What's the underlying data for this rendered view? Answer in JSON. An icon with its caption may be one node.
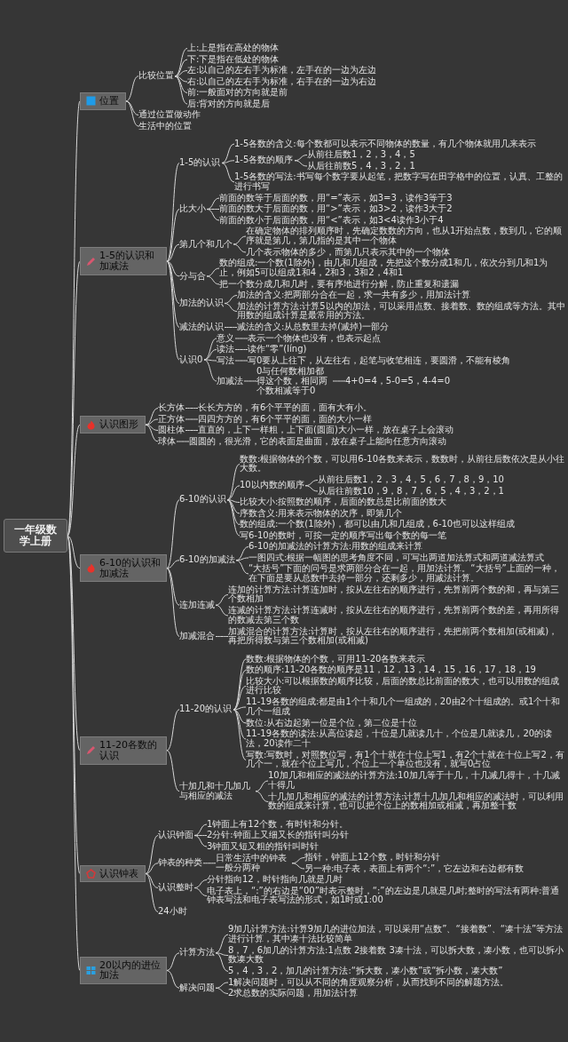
{
  "diagram": {
    "nodes": [
      {
        "text": [
          "一年级数学上册"
        ]
      },
      {
        "text": [
          "位置"
        ]
      },
      {
        "text": [
          "比较位置"
        ]
      },
      {
        "text": [
          "上:上是指在高处的物体"
        ]
      },
      {
        "text": [
          "下:下是指在低处的物体"
        ]
      },
      {
        "text": [
          "左:以自己的左右手为标准，左手在的一边为左边"
        ]
      },
      {
        "text": [
          "右:以自己的左右手为标准，右手在的一边为右边"
        ]
      },
      {
        "text": [
          "前:一般面对的方向就是前"
        ]
      },
      {
        "text": [
          "后:背对的方向就是后"
        ]
      },
      {
        "text": [
          "通过位置做动作"
        ]
      },
      {
        "text": [
          "生活中的位置"
        ]
      },
      {
        "text": [
          "1-5的认识和加减法"
        ]
      },
      {
        "text": [
          "1-5的认识"
        ]
      },
      {
        "text": [
          "1-5各数的含义:每个数都可以表示不同物体的数量，有几个物体就用几来表示"
        ]
      },
      {
        "text": [
          "1-5各数的顺序"
        ]
      },
      {
        "text": [
          "从前往后数1，2，3，4，5"
        ]
      },
      {
        "text": [
          "从后往前数5，4，3，2，1"
        ]
      },
      {
        "text": [
          "1-5各数的写法:书写每个数字要从起笔，把数字写在田字格中的位置，认真、工整的进行书写"
        ]
      },
      {
        "text": [
          "比大小"
        ]
      },
      {
        "text": [
          "前面的数等于后面的数，用“=”表示，如3=3，读作3等于3"
        ]
      },
      {
        "text": [
          "前面的数大于后面的数，用“>”表示，如3>2，读作3大于2"
        ]
      },
      {
        "text": [
          "前面的数小于后面的数，用“<”表示，如3<4读作3小于4"
        ]
      },
      {
        "text": [
          "第几个和几个"
        ]
      },
      {
        "text": [
          "在确定物体的排列顺序时，先确定数数的方向，也从1开始点数，数到几，它的顺序就是第几，第几指的是其中一个物体"
        ]
      },
      {
        "text": [
          "几个表示物体的多少，而第几只表示其中的一个物体"
        ]
      },
      {
        "text": [
          "分与合"
        ]
      },
      {
        "text": [
          "数的组成:一个数(1除外)，由几和几组成，先把这个数分成1和几，依次分到几和1为止，例如5可以组成1和4，2和3，3和2，4和1"
        ]
      },
      {
        "text": [
          "把一个数分成几和几时，要有序地进行分解，防止重复和遗漏"
        ]
      },
      {
        "text": [
          "加法的认识"
        ]
      },
      {
        "text": [
          "加法的含义:把两部分合在一起，求一共有多少，用加法计算"
        ]
      },
      {
        "text": [
          "加法的计算方法:计算5以内的加法，可以采用点数、接着数、数的组成等方法。其中用数的组成计算是最常用的方法。"
        ]
      },
      {
        "text": [
          "减法的认识"
        ]
      },
      {
        "text": [
          "减法的含义:从总数里去掉(减掉)一部分"
        ]
      },
      {
        "text": [
          "认识0"
        ]
      },
      {
        "text": [
          "意义"
        ]
      },
      {
        "text": [
          "表示一个物体也没有，也表示起点"
        ]
      },
      {
        "text": [
          "读法"
        ]
      },
      {
        "text": [
          "读作“零”(líng)"
        ]
      },
      {
        "text": [
          "写法"
        ]
      },
      {
        "text": [
          "写0要从上往下，从左往右，起笔与收笔相连，要圆滑，不能有棱角"
        ]
      },
      {
        "text": [
          "加减法"
        ]
      },
      {
        "text": [
          "0与任何数相加都得这个数，相同两个数相减等于0"
        ]
      },
      {
        "text": [
          "4+0=4，5-0=5，4-4=0"
        ]
      },
      {
        "text": [
          "认识图形"
        ]
      },
      {
        "text": [
          "长方体"
        ]
      },
      {
        "text": [
          "长长方方的，有6个平平的面，面有大有小。"
        ]
      },
      {
        "text": [
          "正方体"
        ]
      },
      {
        "text": [
          "四四方方的，有6个平平的面，面的大小一样"
        ]
      },
      {
        "text": [
          "圆柱体"
        ]
      },
      {
        "text": [
          "直直的，上下一样粗，上下面(圆面)大小一样，放在桌子上会滚动"
        ]
      },
      {
        "text": [
          "球体"
        ]
      },
      {
        "text": [
          "圆圆的，很光滑，它的表面是曲面，放在桌子上能向任意方向滚动"
        ]
      },
      {
        "text": [
          "6-10的认识和加减法"
        ]
      },
      {
        "text": [
          "6-10的认识"
        ]
      },
      {
        "text": [
          "数数:根据物体的个数，可以用6-10各数来表示，数数时，从前往后数依次是从小往大数。"
        ]
      },
      {
        "text": [
          "10以内数的顺序"
        ]
      },
      {
        "text": [
          "从前往后数1，2，3，4，5，6，7，8，9，10"
        ]
      },
      {
        "text": [
          "从后往前数10，9，8，7，6，5，4，3，2，1"
        ]
      },
      {
        "text": [
          "比较大小:按照数的顺序，后面的数总是比前面的数大"
        ]
      },
      {
        "text": [
          "序数含义:用来表示物体的次序，即第几个"
        ]
      },
      {
        "text": [
          "数的组成:一个数(1除外)，都可以由几和几组成，6-10也可以这样组成"
        ]
      },
      {
        "text": [
          "写6-10的数时，可按一定的顺序写出每个数的每一笔"
        ]
      },
      {
        "text": [
          "6-10的加减法"
        ]
      },
      {
        "text": [
          "6-10的加减法的计算方法:用数的组成来计算"
        ]
      },
      {
        "text": [
          "一图四式:根据一幅图的思考角度不同，可写出两道加法算式和两道减法算式"
        ]
      },
      {
        "text": [
          "“大括号”下面的问号是求两部分合在一起，用加法计算。“大括号”上面的一种，在下面是要从总数中去掉一部分，还剩多少，用减法计算。"
        ]
      },
      {
        "text": [
          "连加连减"
        ]
      },
      {
        "text": [
          "连加的计算方法:计算连加时，按从左往右的顺序进行，先算前两个数的和，再与第三个数相加"
        ]
      },
      {
        "text": [
          "连减的计算方法:计算连减时，按从左往右的顺序进行，先算前两个数的差，再用所得的数减去第三个数"
        ]
      },
      {
        "text": [
          "加减混合"
        ]
      },
      {
        "text": [
          "加减混合的计算方法:计算时，按从左往右的顺序进行，先把前两个数相加(或相减)，再把所得数与第三个数相加(或相减)"
        ]
      },
      {
        "text": [
          "11-20各数的认识"
        ]
      },
      {
        "text": [
          "11-20的认识"
        ]
      },
      {
        "text": [
          "数数:根据物体的个数，可用11-20各数来表示"
        ]
      },
      {
        "text": [
          "数的顺序:11-20各数的顺序是11，12，13，14，15，16，17，18，19"
        ]
      },
      {
        "text": [
          "比较大小:可以根据数的顺序比较，后面的数总比前面的数大，也可以用数的组成进行比较"
        ]
      },
      {
        "text": [
          "11-19各数的组成:都是由1个十和几个一组成的，20由2个十组成的。或1个十和几个一组成"
        ]
      },
      {
        "text": [
          "数位:从右边起第一位是个位，第二位是十位"
        ]
      },
      {
        "text": [
          "11-19各数的读法:从高位读起，十位是几就读几十，个位是几就读几，20的读法，20读作二十"
        ]
      },
      {
        "text": [
          "写数:写数时，对照数位写，有1个十就在十位上写1，有2个十就在十位上写2，有几个一，就在个位上写几，个位上一个单位也没有，就写0占位"
        ]
      },
      {
        "text": [
          "十加几和十几加几与相应的减法"
        ]
      },
      {
        "text": [
          "10加几和相应的减法的计算方法:10加几等于十几，十几减几得十，十几减十得几"
        ]
      },
      {
        "text": [
          "十几加几和相应的减法的计算方法:计算十几加几和相应的减法时，可以利用数的组成来计算，也可以把个位上的数相加或相减，再加整十数"
        ]
      },
      {
        "text": [
          "认识钟表"
        ]
      },
      {
        "text": [
          "认识钟面"
        ]
      },
      {
        "text": [
          "1钟面上有12个数，有时针和分针。"
        ]
      },
      {
        "text": [
          "2分针:钟面上又细又长的指针叫分针"
        ]
      },
      {
        "text": [
          "3钟面又短又粗的指针叫时针"
        ]
      },
      {
        "text": [
          "钟表的种类"
        ]
      },
      {
        "text": [
          "日常生活中的钟表一般分两种"
        ]
      },
      {
        "text": [
          "指针，钟面上12个数，时针和分针"
        ]
      },
      {
        "text": [
          "另一种:电子表，表面上有两个“:”，它左边和右边都有数"
        ]
      },
      {
        "text": [
          "认识整时"
        ]
      },
      {
        "text": [
          "分针指向12，时针指向几就是几时"
        ]
      },
      {
        "text": [
          "电子表上，“:”的右边是“00”时表示整时，“:”的左边是几就是几时;整时的写法有两种:普通钟表写法和电子表写法的形式，如1时或1:00"
        ]
      },
      {
        "text": [
          "24小时"
        ]
      },
      {
        "text": [
          "20以内的进位加法"
        ]
      },
      {
        "text": [
          "计算方法"
        ]
      },
      {
        "text": [
          "9加几计算方法:计算9加几的进位加法，可以采用“点数”、“接着数”、“凑十法”等方法进行计算，其中凑十法比较简单"
        ]
      },
      {
        "text": [
          "8，7，6加几的计算方法:1点数 2接着数 3凑十法，可以拆大数，凑小数，也可以拆小数凑大数"
        ]
      },
      {
        "text": [
          "5，4，3，2，加几的计算方法:“拆大数，凑小数”或“拆小数，凑大数”"
        ]
      },
      {
        "text": [
          "解决问题"
        ]
      },
      {
        "text": [
          "1解决问题时，可以从不同的角度观察分析，从而找到不同的解题方法。"
        ]
      },
      {
        "text": [
          "2求总数的实际问题，用加法计算"
        ]
      }
    ],
    "edges": [
      {
        "from": 0,
        "to": 1,
        "arrow": "none"
      },
      {
        "from": 1,
        "to": 2,
        "arrow": "none"
      },
      {
        "from": 2,
        "to": 3,
        "arrow": "none"
      },
      {
        "from": 2,
        "to": 4,
        "arrow": "none"
      },
      {
        "from": 2,
        "to": 5,
        "arrow": "none"
      },
      {
        "from": 2,
        "to": 6,
        "arrow": "none"
      },
      {
        "from": 2,
        "to": 7,
        "arrow": "none"
      },
      {
        "from": 2,
        "to": 8,
        "arrow": "none"
      },
      {
        "from": 1,
        "to": 9,
        "arrow": "none"
      },
      {
        "from": 1,
        "to": 10,
        "arrow": "none"
      },
      {
        "from": 0,
        "to": 11,
        "arrow": "none"
      },
      {
        "from": 11,
        "to": 12,
        "arrow": "none"
      },
      {
        "from": 12,
        "to": 13,
        "arrow": "none"
      },
      {
        "from": 12,
        "to": 14,
        "arrow": "none"
      },
      {
        "from": 14,
        "to": 15,
        "arrow": "none"
      },
      {
        "from": 14,
        "to": 16,
        "arrow": "none"
      },
      {
        "from": 12,
        "to": 17,
        "arrow": "none"
      },
      {
        "from": 11,
        "to": 18,
        "arrow": "none"
      },
      {
        "from": 18,
        "to": 19,
        "arrow": "none"
      },
      {
        "from": 18,
        "to": 20,
        "arrow": "none"
      },
      {
        "from": 18,
        "to": 21,
        "arrow": "none"
      },
      {
        "from": 11,
        "to": 22,
        "arrow": "none"
      },
      {
        "from": 22,
        "to": 23,
        "arrow": "none"
      },
      {
        "from": 22,
        "to": 24,
        "arrow": "none"
      },
      {
        "from": 11,
        "to": 25,
        "arrow": "none"
      },
      {
        "from": 25,
        "to": 26,
        "arrow": "none"
      },
      {
        "from": 25,
        "to": 27,
        "arrow": "none"
      },
      {
        "from": 11,
        "to": 28,
        "arrow": "none"
      },
      {
        "from": 28,
        "to": 29,
        "arrow": "none"
      },
      {
        "from": 28,
        "to": 30,
        "arrow": "none"
      },
      {
        "from": 11,
        "to": 31,
        "arrow": "none"
      },
      {
        "from": 31,
        "to": 32,
        "arrow": "none"
      },
      {
        "from": 11,
        "to": 33,
        "arrow": "none"
      },
      {
        "from": 33,
        "to": 34,
        "arrow": "none"
      },
      {
        "from": 34,
        "to": 35,
        "arrow": "none"
      },
      {
        "from": 33,
        "to": 36,
        "arrow": "none"
      },
      {
        "from": 36,
        "to": 37,
        "arrow": "none"
      },
      {
        "from": 33,
        "to": 38,
        "arrow": "none"
      },
      {
        "from": 38,
        "to": 39,
        "arrow": "none"
      },
      {
        "from": 33,
        "to": 40,
        "arrow": "none"
      },
      {
        "from": 40,
        "to": 41,
        "arrow": "none"
      },
      {
        "from": 41,
        "to": 42,
        "arrow": "none"
      },
      {
        "from": 0,
        "to": 43,
        "arrow": "none"
      },
      {
        "from": 43,
        "to": 44,
        "arrow": "none"
      },
      {
        "from": 44,
        "to": 45,
        "arrow": "none"
      },
      {
        "from": 43,
        "to": 46,
        "arrow": "none"
      },
      {
        "from": 46,
        "to": 47,
        "arrow": "none"
      },
      {
        "from": 43,
        "to": 48,
        "arrow": "none"
      },
      {
        "from": 48,
        "to": 49,
        "arrow": "none"
      },
      {
        "from": 43,
        "to": 50,
        "arrow": "none"
      },
      {
        "from": 50,
        "to": 51,
        "arrow": "none"
      },
      {
        "from": 0,
        "to": 52,
        "arrow": "none"
      },
      {
        "from": 52,
        "to": 53,
        "arrow": "none"
      },
      {
        "from": 53,
        "to": 54,
        "arrow": "none"
      },
      {
        "from": 53,
        "to": 55,
        "arrow": "none"
      },
      {
        "from": 55,
        "to": 56,
        "arrow": "none"
      },
      {
        "from": 55,
        "to": 57,
        "arrow": "none"
      },
      {
        "from": 53,
        "to": 58,
        "arrow": "none"
      },
      {
        "from": 53,
        "to": 59,
        "arrow": "none"
      },
      {
        "from": 53,
        "to": 60,
        "arrow": "none"
      },
      {
        "from": 53,
        "to": 61,
        "arrow": "none"
      },
      {
        "from": 52,
        "to": 62,
        "arrow": "none"
      },
      {
        "from": 62,
        "to": 63,
        "arrow": "none"
      },
      {
        "from": 62,
        "to": 64,
        "arrow": "none"
      },
      {
        "from": 62,
        "to": 65,
        "arrow": "none"
      },
      {
        "from": 52,
        "to": 66,
        "arrow": "none"
      },
      {
        "from": 66,
        "to": 67,
        "arrow": "none"
      },
      {
        "from": 66,
        "to": 68,
        "arrow": "none"
      },
      {
        "from": 52,
        "to": 69,
        "arrow": "none"
      },
      {
        "from": 69,
        "to": 70,
        "arrow": "none"
      },
      {
        "from": 0,
        "to": 71,
        "arrow": "none"
      },
      {
        "from": 71,
        "to": 72,
        "arrow": "none"
      },
      {
        "from": 72,
        "to": 73,
        "arrow": "none"
      },
      {
        "from": 72,
        "to": 74,
        "arrow": "none"
      },
      {
        "from": 72,
        "to": 75,
        "arrow": "none"
      },
      {
        "from": 72,
        "to": 76,
        "arrow": "none"
      },
      {
        "from": 72,
        "to": 77,
        "arrow": "none"
      },
      {
        "from": 72,
        "to": 78,
        "arrow": "none"
      },
      {
        "from": 72,
        "to": 79,
        "arrow": "none"
      },
      {
        "from": 71,
        "to": 80,
        "arrow": "none"
      },
      {
        "from": 80,
        "to": 81,
        "arrow": "none"
      },
      {
        "from": 80,
        "to": 82,
        "arrow": "none"
      },
      {
        "from": 0,
        "to": 83,
        "arrow": "none"
      },
      {
        "from": 83,
        "to": 84,
        "arrow": "none"
      },
      {
        "from": 84,
        "to": 85,
        "arrow": "none"
      },
      {
        "from": 84,
        "to": 86,
        "arrow": "none"
      },
      {
        "from": 84,
        "to": 87,
        "arrow": "none"
      },
      {
        "from": 83,
        "to": 88,
        "arrow": "none"
      },
      {
        "from": 88,
        "to": 89,
        "arrow": "none"
      },
      {
        "from": 89,
        "to": 90,
        "arrow": "none"
      },
      {
        "from": 89,
        "to": 91,
        "arrow": "none"
      },
      {
        "from": 83,
        "to": 92,
        "arrow": "none"
      },
      {
        "from": 92,
        "to": 93,
        "arrow": "none"
      },
      {
        "from": 92,
        "to": 94,
        "arrow": "none"
      },
      {
        "from": 83,
        "to": 95,
        "arrow": "none"
      },
      {
        "from": 0,
        "to": 96,
        "arrow": "none"
      },
      {
        "from": 96,
        "to": 97,
        "arrow": "none"
      },
      {
        "from": 97,
        "to": 98,
        "arrow": "none"
      },
      {
        "from": 97,
        "to": 99,
        "arrow": "none"
      },
      {
        "from": 97,
        "to": 100,
        "arrow": "none"
      },
      {
        "from": 96,
        "to": 101,
        "arrow": "none"
      },
      {
        "from": 101,
        "to": 102,
        "arrow": "none"
      },
      {
        "from": 101,
        "to": 103,
        "arrow": "none"
      }
    ]
  }
}
